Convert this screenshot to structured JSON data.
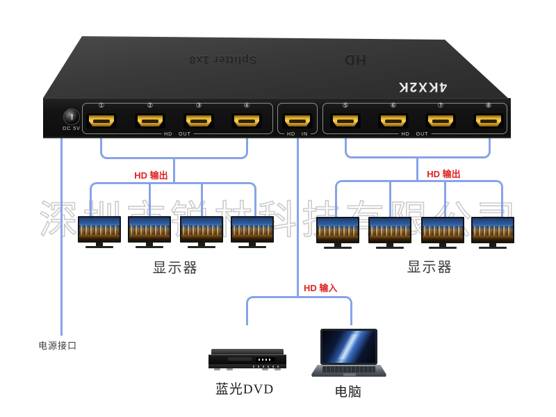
{
  "watermark": {
    "text": "深圳市锐林科技有限公司",
    "color": "#a8a8a8"
  },
  "device": {
    "top_text": "Splitter 1x8",
    "logo": "HD",
    "model": "4KX2K",
    "dc_label": "DC 5V",
    "out_left_group_label": "HD OUT",
    "in_group_label": "HD IN",
    "out_right_group_label": "HD OUT",
    "port_numbers": [
      "①",
      "②",
      "③",
      "④",
      "⑤",
      "⑥",
      "⑦",
      "⑧"
    ]
  },
  "annotations": {
    "hd_out_left": "HD 输出",
    "hd_out_right": "HD 输出",
    "hd_in": "HD 输入",
    "monitors_left": "显示器",
    "monitors_right": "显示器",
    "power": "电源接口",
    "bluray": "蓝光DVD",
    "computer": "电脑"
  },
  "colors": {
    "connector_line": "#87a3e8",
    "annotation_red": "#e02020",
    "annotation_gray": "#3b3b3b",
    "device_top": "#3a3a3a",
    "device_front": "#121212",
    "hdmi_gold": "#e8b830"
  }
}
